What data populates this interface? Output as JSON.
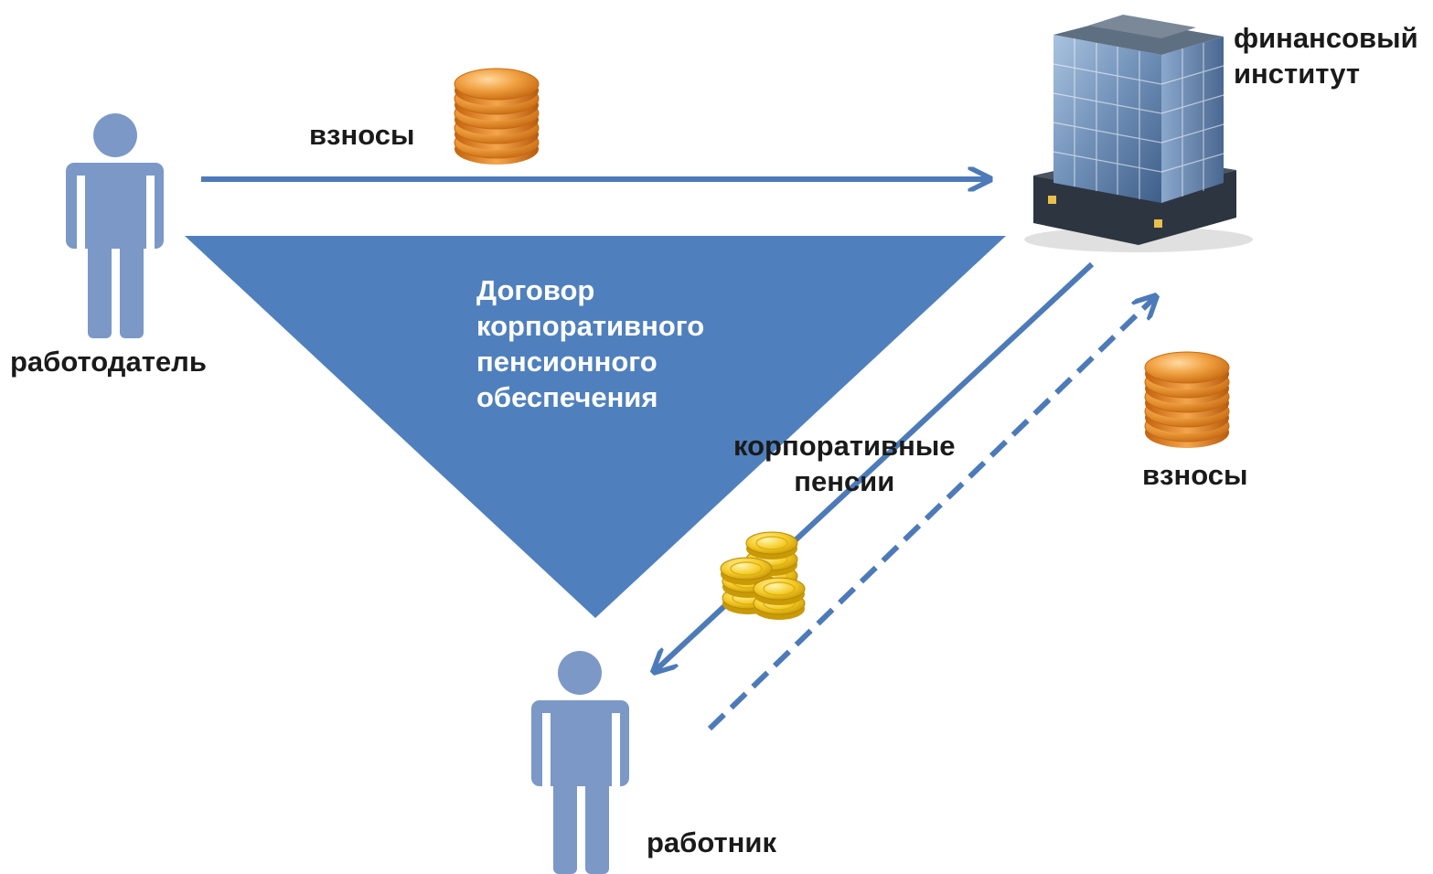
{
  "actors": {
    "employer": {
      "label": "работодатель",
      "icon": "person-icon"
    },
    "employee": {
      "label": "работник",
      "icon": "person-icon"
    },
    "institution": {
      "label_lines": [
        "финансовый",
        "институт"
      ],
      "icon": "office-building-icon"
    }
  },
  "contract": {
    "lines": [
      "Договор",
      "корпоративного",
      "пенсионного",
      "обеспечения"
    ]
  },
  "flows": {
    "employer_contributions": {
      "label": "взносы",
      "icon": "coin-stack-icon"
    },
    "employee_contributions": {
      "label": "взносы",
      "icon": "coin-stack-icon",
      "style": "dashed"
    },
    "pensions": {
      "label_lines": [
        "корпоративные",
        "пенсии"
      ],
      "icon": "gold-coins-icon"
    }
  },
  "colors": {
    "person": "#7b98c7",
    "arrow": "#4d7ab8",
    "triangle": "#4f80bd",
    "coin_copper": "#e8902c",
    "coin_gold": "#f2c51a",
    "building_glass": "#6f8fb7"
  }
}
